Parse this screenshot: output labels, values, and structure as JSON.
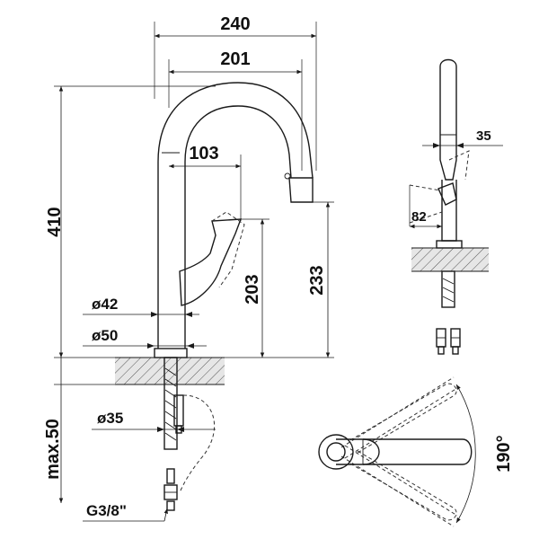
{
  "dimensions": {
    "overall_width": "240",
    "spout_reach": "201",
    "handle_reach": "103",
    "overall_height": "410",
    "handle_height": "203",
    "spout_height": "233",
    "diameter_body": "ø42",
    "diameter_base": "ø50",
    "diameter_hole": "ø35",
    "max_thickness": "max.50",
    "thread": "G3/8\"",
    "side_offset": "35",
    "side_depth": "82",
    "rotation_angle": "190°"
  },
  "colors": {
    "line": "#1a1a1a",
    "background": "#ffffff"
  }
}
